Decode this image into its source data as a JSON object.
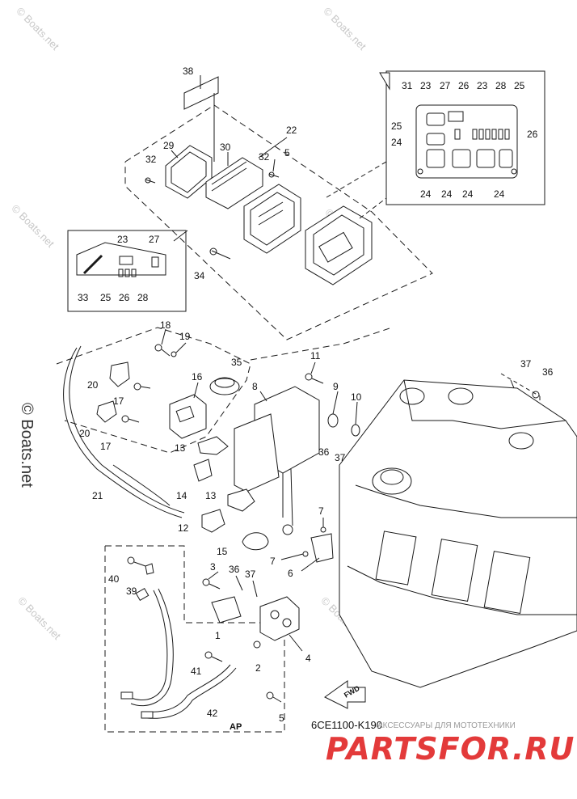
{
  "watermarks": {
    "text": "© Boats.net",
    "vertical_text": "© Boats.net"
  },
  "drawing": {
    "code": "6CE1100-K190",
    "assembly_tag": "AP",
    "fwd_label": "FWD"
  },
  "footer": {
    "site_tagline": "АКСЕССУАРЫ ДЛЯ МОТОТЕХНИКИ",
    "logo_text": "PARTSFOR.RU"
  },
  "callouts": [
    "38",
    "22",
    "29",
    "30",
    "32",
    "32",
    "5",
    "23",
    "27",
    "33",
    "25",
    "26",
    "28",
    "34",
    "31",
    "23",
    "27",
    "26",
    "23",
    "28",
    "25",
    "25",
    "26",
    "24",
    "24",
    "24",
    "24",
    "24",
    "18",
    "19",
    "16",
    "20",
    "17",
    "20",
    "17",
    "35",
    "8",
    "11",
    "9",
    "10",
    "37",
    "36",
    "13",
    "14",
    "13",
    "12",
    "15",
    "21",
    "36",
    "37",
    "7",
    "7",
    "6",
    "40",
    "39",
    "3",
    "36",
    "37",
    "1",
    "4",
    "2",
    "41",
    "42",
    "5"
  ],
  "colors": {
    "line": "#1a1a1a",
    "watermark": "#c8c8c8",
    "logo": "#e33a3a"
  }
}
